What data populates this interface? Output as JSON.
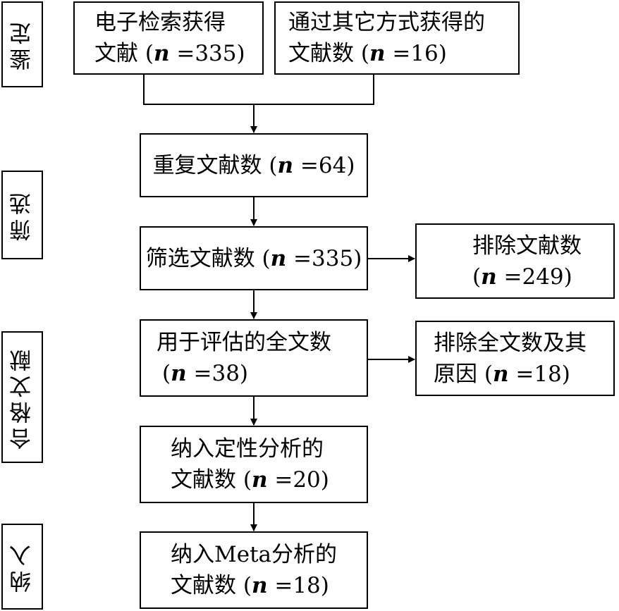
{
  "stages": {
    "identification": "鉴定",
    "screening": "筛选",
    "eligibility": "合格文献",
    "included": "纳入"
  },
  "boxes": {
    "db_search": {
      "line1": "电子检索获得",
      "line2_pre": "文献 (",
      "n_label": "n",
      "line2_post": " =335)"
    },
    "other_sources": {
      "line1": "通过其它方式获得的",
      "line2_pre": "文献数 (",
      "n_label": "n",
      "line2_post": " =16)"
    },
    "duplicates": {
      "pre": "重复文献数 (",
      "n_label": "n",
      "post": " =64)"
    },
    "screened": {
      "pre": "筛选文献数 (",
      "n_label": "n",
      "post": " =335)"
    },
    "excluded": {
      "line1": "排除文献数",
      "line2_pre": "(",
      "n_label": "n",
      "line2_post": " =249)"
    },
    "fulltext": {
      "line1": "用于评估的全文数",
      "line2_pre": "(",
      "n_label": "n",
      "line2_post": " =38)"
    },
    "fulltext_excluded": {
      "line1": "排除全文数及其",
      "line2_pre": "原因 (",
      "n_label": "n",
      "line2_post": " =18)"
    },
    "qualitative": {
      "line1": "纳入定性分析的",
      "line2_pre": "文献数 (",
      "n_label": "n",
      "line2_post": " =20)"
    },
    "meta": {
      "line1": "纳入Meta分析的",
      "line2_pre": "文献数 (",
      "n_label": "n",
      "line2_post": " =18)"
    }
  }
}
